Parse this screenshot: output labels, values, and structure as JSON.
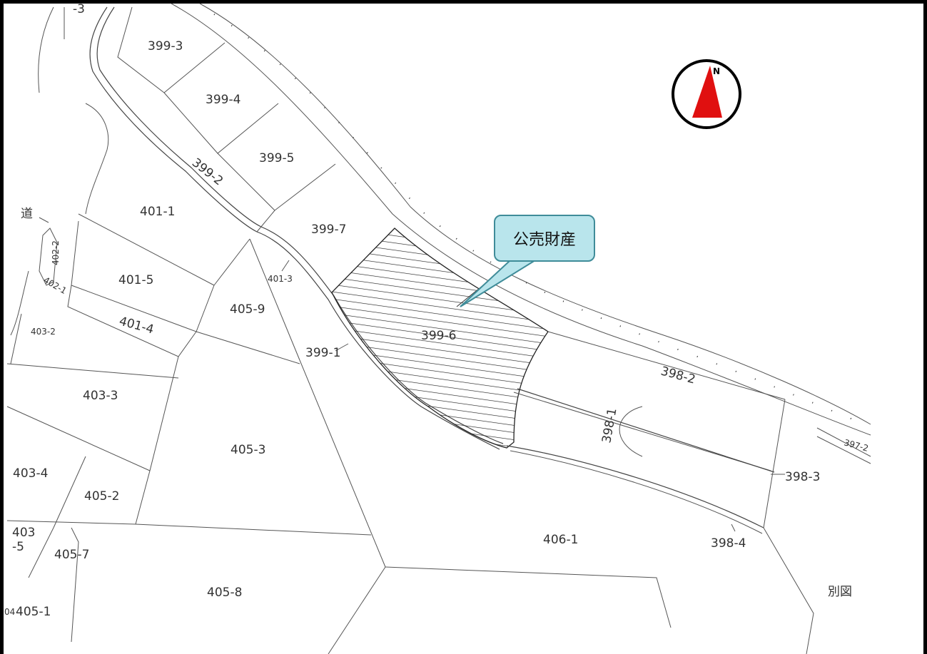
{
  "map": {
    "callout": "公売財産",
    "north": "N",
    "road": "道",
    "other_map": "別図",
    "lots": {
      "l3": "-3",
      "l399_3": "399-3",
      "l399_4": "399-4",
      "l399_5": "399-5",
      "l399_2": "399-2",
      "l399_7": "399-7",
      "l399_6": "399-6",
      "l399_1": "399-1",
      "l401_1": "401-1",
      "l401_3": "401-3",
      "l401_5": "401-5",
      "l401_4": "401-4",
      "l402_2": "402-2",
      "l402_1": "402-1",
      "l403_2": "403-2",
      "l403_3": "403-3",
      "l403_4": "403-4",
      "l403": "403",
      "l5": "-5",
      "l405_9": "405-9",
      "l405_3": "405-3",
      "l405_2": "405-2",
      "l405_7": "405-7",
      "l405_8": "405-8",
      "l405_1": "405-1",
      "l04": "04",
      "l406_1": "406-1",
      "l398_2": "398-2",
      "l398_1": "398-1",
      "l398_3": "398-3",
      "l398_4": "398-4",
      "l397_2": "397-2"
    }
  }
}
